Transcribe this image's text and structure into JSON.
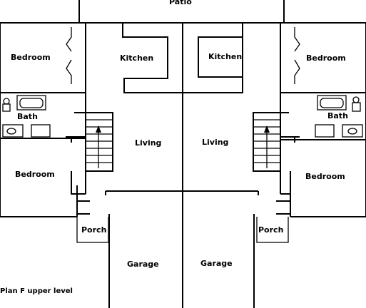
{
  "labels": {
    "patio": "Patio",
    "kitchen_left": "Kitchen",
    "kitchen_right": "Kitchen",
    "bedroom_top_left": "Bedroom",
    "bedroom_top_right": "Bedroom",
    "bath_left": "Bath",
    "bath_right": "Bath",
    "living_left": "Living",
    "living_right": "Living",
    "bedroom_bottom_left": "Bedroom",
    "bedroom_bottom_right": "Bedroom",
    "porch_left": "Porch",
    "porch_right": "Porch",
    "garage_left": "Garage",
    "garage_right": "Garage"
  },
  "caption": "Plan F upper level"
}
